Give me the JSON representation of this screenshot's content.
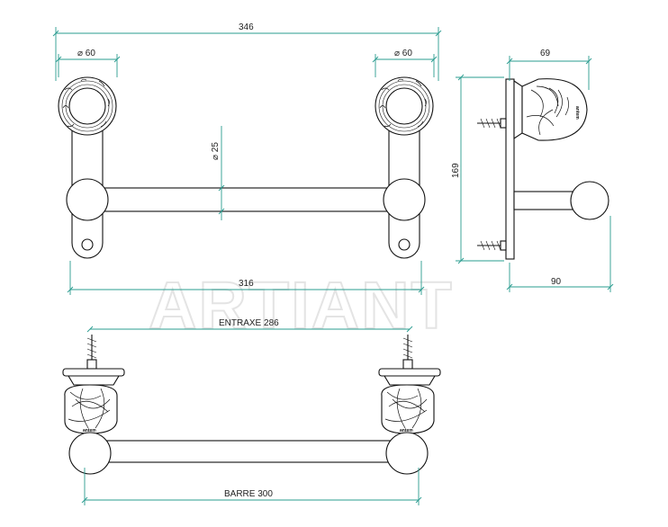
{
  "dimensions": {
    "top_width": "346",
    "left_ring_dia": "⌀ 60",
    "right_ring_dia": "⌀ 60",
    "bar_dia": "⌀ 25",
    "bottom_width": "316",
    "side_depth": "69",
    "side_height": "169",
    "side_projection": "90",
    "entraxe": "ENTRAXE 286",
    "barre": "BARRE  300"
  },
  "watermark": "ARTIANT",
  "brand_mark": "antem",
  "colors": {
    "dimension_line": "#2a9c8f",
    "outline": "#111111",
    "watermark": "#e4e4e4"
  }
}
